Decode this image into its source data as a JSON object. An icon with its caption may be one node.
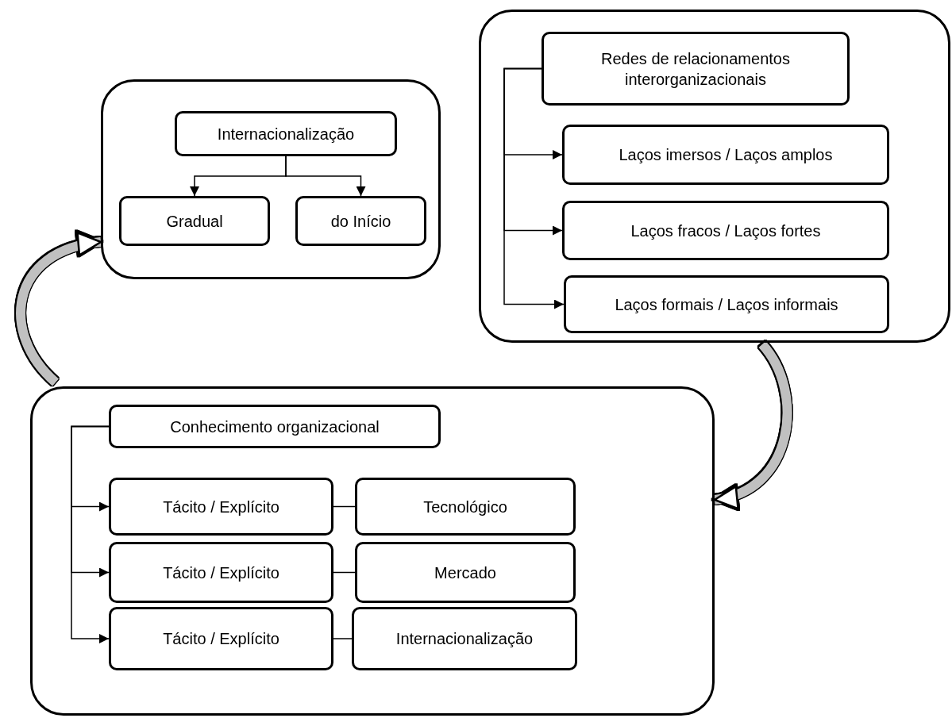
{
  "diagram": {
    "nodes": [
      {
        "text": [],
        "shape": "box"
      },
      {
        "text": [
          "Internacionalização"
        ],
        "in": 0
      },
      {
        "text": [
          "Gradual"
        ],
        "in": 0
      },
      {
        "text": [
          "do Início"
        ],
        "in": 0
      },
      {
        "text": [],
        "shape": "box"
      },
      {
        "text": [
          "Redes de relacionamentos interorganizacionais"
        ],
        "in": 4
      },
      {
        "text": [
          "Laços imersos / Laços amplos"
        ],
        "in": 4
      },
      {
        "text": [
          "Laços fracos / Laços fortes"
        ],
        "in": 4
      },
      {
        "text": [
          "Laços formais / Laços informais"
        ],
        "in": 4
      },
      {
        "text": [],
        "shape": "box"
      },
      {
        "text": [
          "Conhecimento organizacional"
        ],
        "in": 9
      },
      {
        "text": [
          "Tácito / Explícito"
        ],
        "in": 9
      },
      {
        "text": [
          "Tecnológico"
        ],
        "in": 9
      },
      {
        "text": [
          "Tácito / Explícito"
        ],
        "in": 9
      },
      {
        "text": [
          "Mercado"
        ],
        "in": 9
      },
      {
        "text": [
          "Tácito / Explícito"
        ],
        "in": 9
      },
      {
        "text": [
          "Internacionalização"
        ],
        "in": 9
      }
    ],
    "edges": [
      {
        "from": 1,
        "to": 2,
        "arrow": "to"
      },
      {
        "from": 1,
        "to": 3,
        "arrow": "to"
      },
      {
        "from": 5,
        "to": 6,
        "arrow": "to"
      },
      {
        "from": 5,
        "to": 7,
        "arrow": "to"
      },
      {
        "from": 5,
        "to": 8,
        "arrow": "to"
      },
      {
        "from": 10,
        "to": 11,
        "arrow": "to"
      },
      {
        "from": 10,
        "to": 13,
        "arrow": "to"
      },
      {
        "from": 10,
        "to": 15,
        "arrow": "to"
      },
      {
        "from": 11,
        "to": 12,
        "arrow": "none"
      },
      {
        "from": 13,
        "to": 14,
        "arrow": "none"
      },
      {
        "from": 15,
        "to": 16,
        "arrow": "none"
      },
      {
        "from": 9,
        "to": 0,
        "arrow": "to",
        "style": "thick",
        "color": "#c0c0c0"
      },
      {
        "from": 4,
        "to": 9,
        "arrow": "to",
        "style": "thick",
        "color": "#c0c0c0"
      }
    ]
  }
}
